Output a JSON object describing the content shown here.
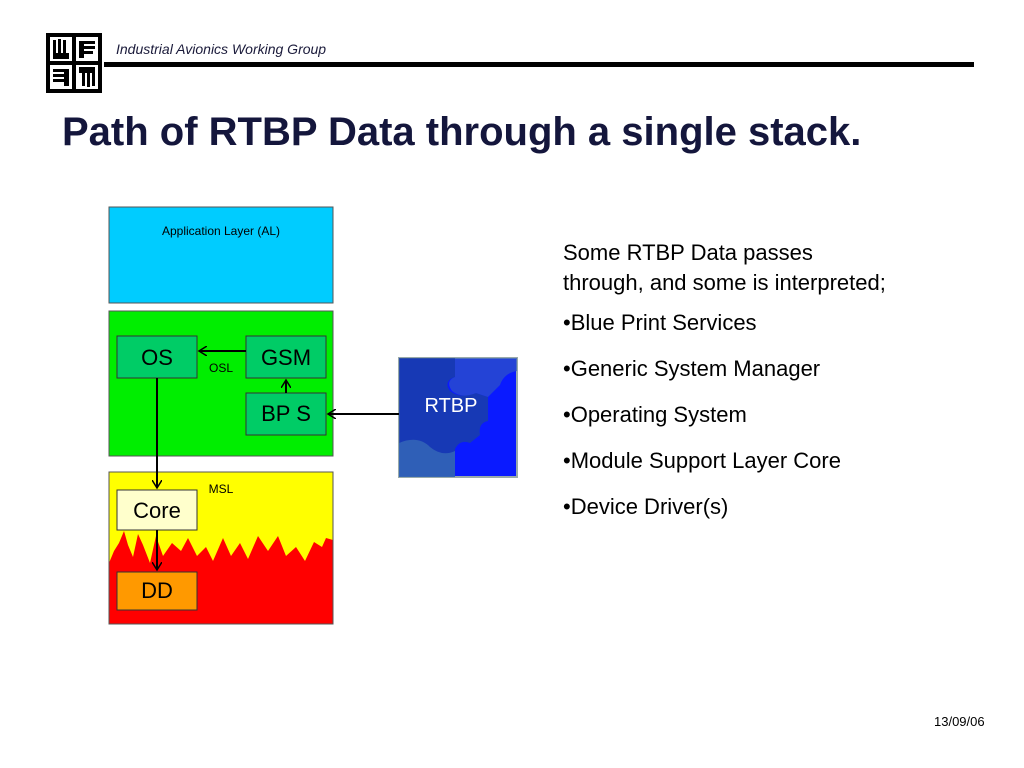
{
  "header": {
    "organization": "Industrial Avionics Working Group",
    "logo_icon": "four-hands-logo-icon"
  },
  "slide": {
    "title": "Path of RTBP Data through a single stack."
  },
  "diagram": {
    "application_layer": "Application Layer (AL)",
    "os": "OS",
    "gsm": "GSM",
    "osl": "OSL",
    "bps": "BP S",
    "msl": "MSL",
    "core": "Core",
    "dd": "DD",
    "rtbp": "RTBP",
    "colors": {
      "application_layer": "#00ccff",
      "osl_layer": "#00ee00",
      "msl_layer": "#ffff00",
      "driver_layer": "#ff0000",
      "component_box": "#00cc66",
      "core_box": "#ffffcc",
      "dd_box": "#ff9900",
      "rtbp_dark": "#1a3fa8",
      "rtbp_bright": "#0a1aff"
    }
  },
  "text": {
    "intro": "Some RTBP Data passes through, and some is interpreted;",
    "bullets": [
      "Blue Print Services",
      "Generic System Manager",
      "Operating System",
      "Module Support Layer Core",
      "Device Driver(s)"
    ]
  },
  "footer": {
    "date": "13/09/06"
  }
}
